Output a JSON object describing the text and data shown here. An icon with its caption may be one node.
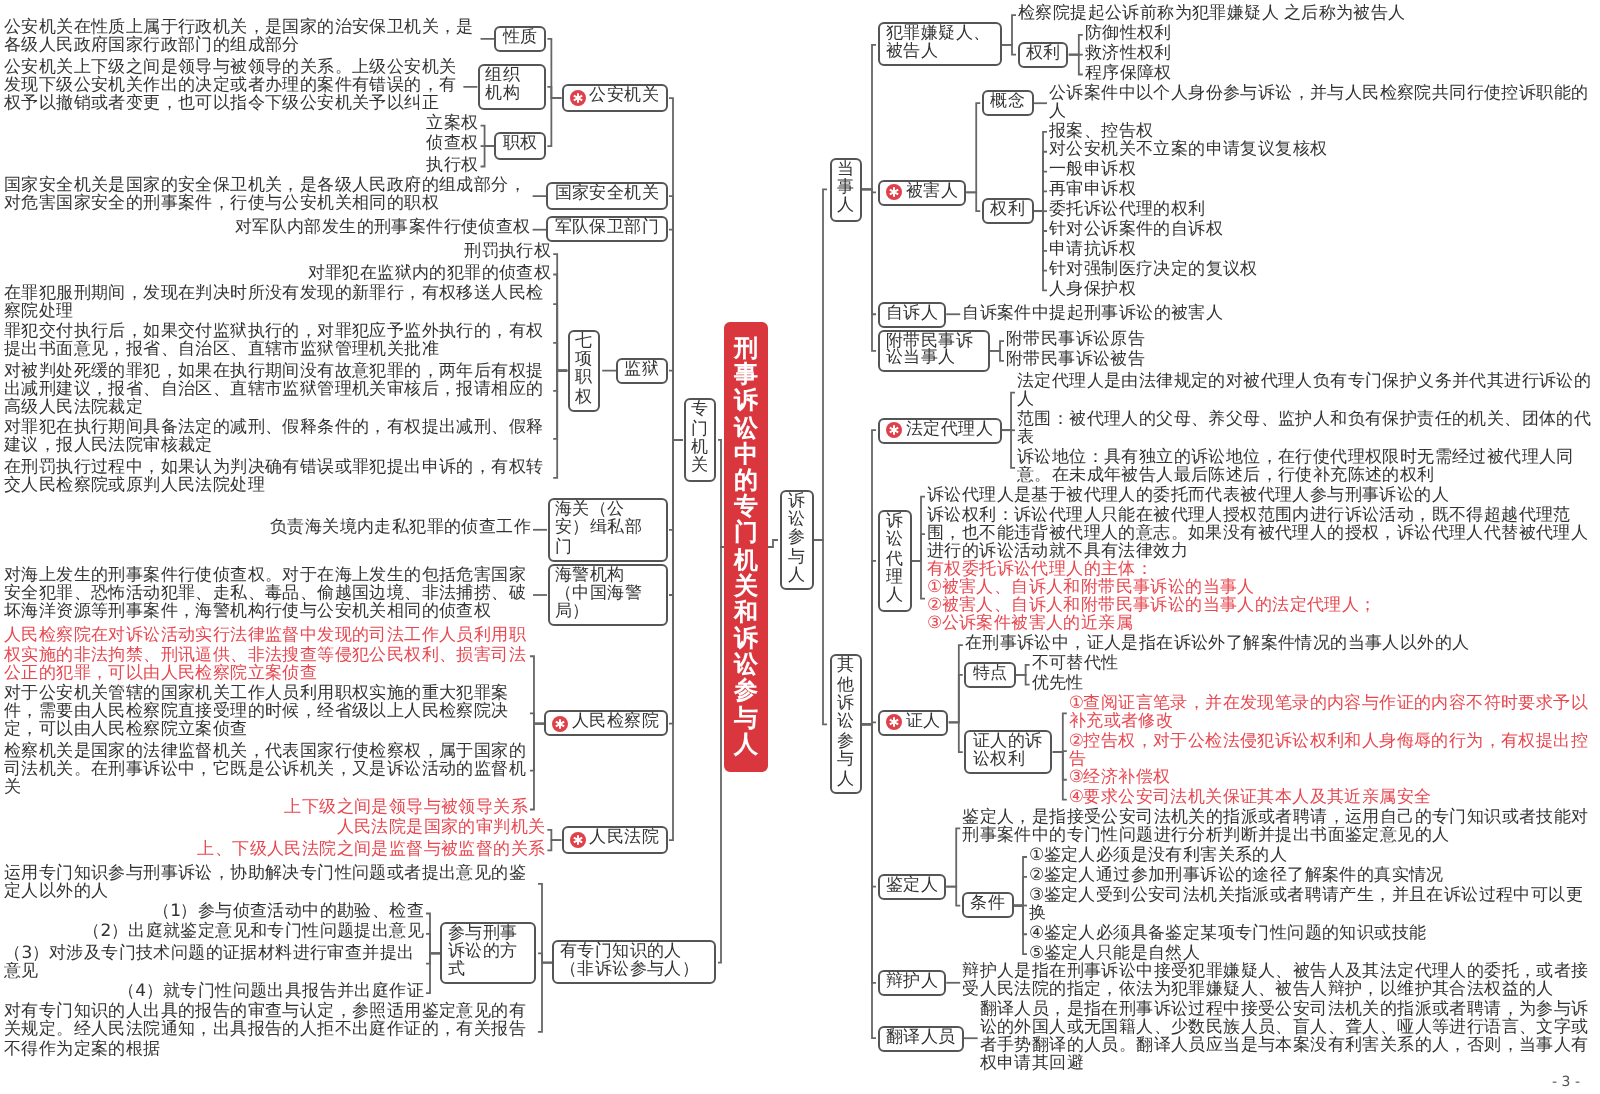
{
  "diagram": {
    "nodes": [
      {
        "text": [
          "刑事诉讼中的专门机关和诉讼参与人"
        ]
      },
      {
        "text": [
          "专门机关"
        ]
      },
      {
        "text": [
          "公安机关"
        ]
      },
      {
        "text": [
          "性质"
        ]
      },
      {
        "text": [
          "公安机关在性质上属于行政机关，是国家的治安保卫机关，是各级人民政府国家行政部门的组成部分"
        ]
      },
      {
        "text": [
          "组织机构"
        ]
      },
      {
        "text": [
          "公安机关上下级之间是领导与被领导的关系。上级公安机关发现下级公安机关作出的决定或者办理的案件有错误的，有权予以撤销或者变更，也可以指令下级公安机关予以纠正"
        ]
      },
      {
        "text": [
          "职权"
        ]
      },
      {
        "text": [
          "立案权"
        ]
      },
      {
        "text": [
          "侦查权"
        ]
      },
      {
        "text": [
          "执行权"
        ]
      },
      {
        "text": [
          "国家安全机关"
        ]
      },
      {
        "text": [
          "国家安全机关是国家的安全保卫机关，是各级人民政府的组成部分，对危害国家安全的刑事案件，行使与公安机关相同的职权"
        ]
      },
      {
        "text": [
          "军队保卫部门"
        ]
      },
      {
        "text": [
          "对军队内部发生的刑事案件行使侦查权"
        ]
      },
      {
        "text": [
          "监狱"
        ]
      },
      {
        "text": [
          "七项职权"
        ]
      },
      {
        "text": [
          "刑罚执行权"
        ]
      },
      {
        "text": [
          "对罪犯在监狱内的犯罪的侦查权"
        ]
      },
      {
        "text": [
          "在罪犯服刑期间，发现在判决时所没有发现的新罪行，有权移送人民检察院处理"
        ]
      },
      {
        "text": [
          "罪犯交付执行后，如果交付监狱执行的，对罪犯应予监外执行的，有权提出书面意见，报省、自治区、直辖市监狱管理机关批准"
        ]
      },
      {
        "text": [
          "对被判处死缓的罪犯，如果在执行期间没有故意犯罪的，两年后有权提出减刑建议，报省、自治区、直辖市监狱管理机关审核后，报请相应的高级人民法院裁定"
        ]
      },
      {
        "text": [
          "对罪犯在执行期间具备法定的减刑、假释条件的，有权提出减刑、假释建议，报人民法院审核裁定"
        ]
      },
      {
        "text": [
          "在刑罚执行过程中，如果认为判决确有错误或罪犯提出申诉的，有权转交人民检察院或原判人民法院处理"
        ]
      },
      {
        "text": [
          "海关（公安）缉私部门"
        ]
      },
      {
        "text": [
          "负责海关境内走私犯罪的侦查工作"
        ]
      },
      {
        "text": [
          "海警机构（中国海警局）"
        ]
      },
      {
        "text": [
          "对海上发生的刑事案件行使侦查权。对于在海上发生的包括危害国家安全犯罪、恐怖活动犯罪、走私、毒品、偷越国边境、非法捕捞、破坏海洋资源等刑事案件，海警机构行使与公安机关相同的侦查权"
        ]
      },
      {
        "text": [
          "人民检察院"
        ]
      },
      {
        "text": [
          "人民检察院在对诉讼活动实行法律监督中发现的司法工作人员利用职权实施的非法拘禁、刑讯逼供、非法搜查等侵犯公民权利、损害司法公正的犯罪，可以由人民检察院立案侦查"
        ]
      },
      {
        "text": [
          "对于公安机关管辖的国家机关工作人员利用职权实施的重大犯罪案件，需要由人民检察院直接受理的时候，经省级以上人民检察院决定，可以由人民检察院立案侦查"
        ]
      },
      {
        "text": [
          "检察机关是国家的法律监督机关，代表国家行使检察权，属于国家的司法机关。在刑事诉讼中，它既是公诉机关，又是诉讼活动的监督机关"
        ]
      },
      {
        "text": [
          "上下级之间是领导与被领导关系"
        ]
      },
      {
        "text": [
          "人民法院"
        ]
      },
      {
        "text": [
          "人民法院是国家的审判机关"
        ]
      },
      {
        "text": [
          "上、下级人民法院之间是监督与被监督的关系"
        ]
      },
      {
        "text": [
          "有专门知识的人（非诉讼参与人）"
        ]
      },
      {
        "text": [
          "运用专门知识参与刑事诉讼，协助解决专门性问题或者提出意见的鉴定人以外的人"
        ]
      },
      {
        "text": [
          "参与刑事诉讼的方式"
        ]
      },
      {
        "text": [
          "（1）参与侦查活动中的勘验、检查"
        ]
      },
      {
        "text": [
          "（2）出庭就鉴定意见和专门性问题提出意见"
        ]
      },
      {
        "text": [
          "（3）对涉及专门技术问题的证据材料进行审查并提出意见"
        ]
      },
      {
        "text": [
          "（4）就专门性问题出具报告并出庭作证"
        ]
      },
      {
        "text": [
          "对有专门知识的人出具的报告的审查与认定，参照适用鉴定意见的有关规定。经人民法院通知，出具报告的人拒不出庭作证的，有关报告不得作为定案的根据"
        ]
      },
      {
        "text": [
          "诉讼参与人"
        ]
      },
      {
        "text": [
          "当事人"
        ]
      },
      {
        "text": [
          "犯罪嫌疑人、被告人"
        ]
      },
      {
        "text": [
          "检察院提起公诉前称为犯罪嫌疑人 之后称为被告人"
        ]
      },
      {
        "text": [
          "权利"
        ]
      },
      {
        "text": [
          "防御性权利"
        ]
      },
      {
        "text": [
          "救济性权利"
        ]
      },
      {
        "text": [
          "程序保障权"
        ]
      },
      {
        "text": [
          "被害人"
        ]
      },
      {
        "text": [
          "概念"
        ]
      },
      {
        "text": [
          "公诉案件中以个人身份参与诉讼，并与人民检察院共同行使控诉职能的人"
        ]
      },
      {
        "text": [
          "权利"
        ]
      },
      {
        "text": [
          "报案、控告权"
        ]
      },
      {
        "text": [
          "对公安机关不立案的申请复议复核权"
        ]
      },
      {
        "text": [
          "一般申诉权"
        ]
      },
      {
        "text": [
          "再审申诉权"
        ]
      },
      {
        "text": [
          "委托诉讼代理的权利"
        ]
      },
      {
        "text": [
          "针对公诉案件的自诉权"
        ]
      },
      {
        "text": [
          "申请抗诉权"
        ]
      },
      {
        "text": [
          "针对强制医疗决定的复议权"
        ]
      },
      {
        "text": [
          "人身保护权"
        ]
      },
      {
        "text": [
          "自诉人"
        ]
      },
      {
        "text": [
          "自诉案件中提起刑事诉讼的被害人"
        ]
      },
      {
        "text": [
          "附带民事诉讼当事人"
        ]
      },
      {
        "text": [
          "附带民事诉讼原告"
        ]
      },
      {
        "text": [
          "附带民事诉讼被告"
        ]
      },
      {
        "text": [
          "其他诉讼参与人"
        ]
      },
      {
        "text": [
          "法定代理人"
        ]
      },
      {
        "text": [
          "法定代理人是由法律规定的对被代理人负有专门保护义务并代其进行诉讼的人"
        ]
      },
      {
        "text": [
          "范围：被代理人的父母、养父母、监护人和负有保护责任的机关、团体的代表"
        ]
      },
      {
        "text": [
          "诉讼地位：具有独立的诉讼地位，在行使代理权限时无需经过被代理人同意。在未成年被告人最后陈述后，行使补充陈述的权利"
        ]
      },
      {
        "text": [
          "诉讼代理人"
        ]
      },
      {
        "text": [
          "诉讼代理人是基于被代理人的委托而代表被代理人参与刑事诉讼的人"
        ]
      },
      {
        "text": [
          "诉讼权利：诉讼代理人只能在被代理人授权范围内进行诉讼活动，既不得超越代理范围，也不能违背被代理人的意志。如果没有被代理人的授权，诉讼代理人代替被代理人进行的诉讼活动就不具有法律效力"
        ]
      },
      {
        "text": [
          "有权委托诉讼代理人的主体：",
          "①被害人、自诉人和附带民事诉讼的当事人",
          "②被害人、自诉人和附带民事诉讼的当事人的法定代理人；",
          "③公诉案件被害人的近亲属"
        ]
      },
      {
        "text": [
          "证人"
        ]
      },
      {
        "text": [
          "在刑事诉讼中，证人是指在诉讼外了解案件情况的当事人以外的人"
        ]
      },
      {
        "text": [
          "特点"
        ]
      },
      {
        "text": [
          "不可替代性"
        ]
      },
      {
        "text": [
          "优先性"
        ]
      },
      {
        "text": [
          "证人的诉讼权利"
        ]
      },
      {
        "text": [
          "①查阅证言笔录，并在发现笔录的内容与作证的内容不符时要求予以补充或者修改"
        ]
      },
      {
        "text": [
          "②控告权，对于公检法侵犯诉讼权利和人身侮辱的行为，有权提出控告"
        ]
      },
      {
        "text": [
          "③经济补偿权"
        ]
      },
      {
        "text": [
          "④要求公安司法机关保证其本人及其近亲属安全"
        ]
      },
      {
        "text": [
          "鉴定人"
        ]
      },
      {
        "text": [
          "鉴定人，是指接受公安司法机关的指派或者聘请，运用自己的专门知识或者技能对刑事案件中的专门性问题进行分析判断并提出书面鉴定意见的人"
        ]
      },
      {
        "text": [
          "条件"
        ]
      },
      {
        "text": [
          "①鉴定人必须是没有利害关系的人"
        ]
      },
      {
        "text": [
          "②鉴定人通过参加刑事诉讼的途径了解案件的真实情况"
        ]
      },
      {
        "text": [
          "③鉴定人受到公安司法机关指派或者聘请产生，并且在诉讼过程中可以更换"
        ]
      },
      {
        "text": [
          "④鉴定人必须具备鉴定某项专门性问题的知识或技能"
        ]
      },
      {
        "text": [
          "⑤鉴定人只能是自然人"
        ]
      },
      {
        "text": [
          "辩护人"
        ]
      },
      {
        "text": [
          "辩护人是指在刑事诉讼中接受犯罪嫌疑人、被告人及其法定代理人的委托，或者接受人民法院的指定，依法为犯罪嫌疑人、被告人辩护，以维护其合法权益的人"
        ]
      },
      {
        "text": [
          "翻译人员"
        ]
      },
      {
        "text": [
          "翻译人员，是指在刑事诉讼过程中接受公安司法机关的指派或者聘请，为参与诉讼的外国人或无国籍人、少数民族人员、盲人、聋人、哑人等进行语言、文字或者手势翻译的人员。翻译人员应当是与本案没有利害关系的人，否则，当事人有权申请其回避"
        ]
      }
    ],
    "edges": [
      {
        "from": 0,
        "to": 1,
        "arrow": "none"
      },
      {
        "from": 1,
        "to": 2,
        "arrow": "none"
      },
      {
        "from": 2,
        "to": 3,
        "arrow": "none"
      },
      {
        "from": 3,
        "to": 4,
        "arrow": "none"
      },
      {
        "from": 2,
        "to": 5,
        "arrow": "none"
      },
      {
        "from": 5,
        "to": 6,
        "arrow": "none"
      },
      {
        "from": 2,
        "to": 7,
        "arrow": "none"
      },
      {
        "from": 7,
        "to": 8,
        "arrow": "none"
      },
      {
        "from": 7,
        "to": 9,
        "arrow": "none"
      },
      {
        "from": 7,
        "to": 10,
        "arrow": "none"
      },
      {
        "from": 1,
        "to": 11,
        "arrow": "none"
      },
      {
        "from": 11,
        "to": 12,
        "arrow": "none"
      },
      {
        "from": 1,
        "to": 13,
        "arrow": "none"
      },
      {
        "from": 13,
        "to": 14,
        "arrow": "none"
      },
      {
        "from": 1,
        "to": 15,
        "arrow": "none"
      },
      {
        "from": 15,
        "to": 16,
        "arrow": "none"
      },
      {
        "from": 16,
        "to": 17,
        "arrow": "none"
      },
      {
        "from": 16,
        "to": 18,
        "arrow": "none"
      },
      {
        "from": 16,
        "to": 19,
        "arrow": "none"
      },
      {
        "from": 16,
        "to": 20,
        "arrow": "none"
      },
      {
        "from": 16,
        "to": 21,
        "arrow": "none"
      },
      {
        "from": 16,
        "to": 22,
        "arrow": "none"
      },
      {
        "from": 16,
        "to": 23,
        "arrow": "none"
      },
      {
        "from": 1,
        "to": 24,
        "arrow": "none"
      },
      {
        "from": 24,
        "to": 25,
        "arrow": "none"
      },
      {
        "from": 1,
        "to": 26,
        "arrow": "none"
      },
      {
        "from": 26,
        "to": 27,
        "arrow": "none"
      },
      {
        "from": 1,
        "to": 28,
        "arrow": "none"
      },
      {
        "from": 28,
        "to": 29,
        "arrow": "none"
      },
      {
        "from": 28,
        "to": 30,
        "arrow": "none"
      },
      {
        "from": 28,
        "to": 31,
        "arrow": "none"
      },
      {
        "from": 28,
        "to": 32,
        "arrow": "none"
      },
      {
        "from": 1,
        "to": 33,
        "arrow": "none"
      },
      {
        "from": 33,
        "to": 34,
        "arrow": "none"
      },
      {
        "from": 33,
        "to": 35,
        "arrow": "none"
      },
      {
        "from": 0,
        "to": 36,
        "arrow": "none"
      },
      {
        "from": 36,
        "to": 37,
        "arrow": "none"
      },
      {
        "from": 36,
        "to": 38,
        "arrow": "none"
      },
      {
        "from": 38,
        "to": 39,
        "arrow": "none"
      },
      {
        "from": 38,
        "to": 40,
        "arrow": "none"
      },
      {
        "from": 38,
        "to": 41,
        "arrow": "none"
      },
      {
        "from": 38,
        "to": 42,
        "arrow": "none"
      },
      {
        "from": 36,
        "to": 43,
        "arrow": "none"
      },
      {
        "from": 0,
        "to": 44,
        "arrow": "none"
      },
      {
        "from": 44,
        "to": 45,
        "arrow": "none"
      },
      {
        "from": 45,
        "to": 46,
        "arrow": "none"
      },
      {
        "from": 46,
        "to": 47,
        "arrow": "none"
      },
      {
        "from": 46,
        "to": 48,
        "arrow": "none"
      },
      {
        "from": 48,
        "to": 49,
        "arrow": "none"
      },
      {
        "from": 48,
        "to": 50,
        "arrow": "none"
      },
      {
        "from": 48,
        "to": 51,
        "arrow": "none"
      },
      {
        "from": 45,
        "to": 52,
        "arrow": "none"
      },
      {
        "from": 52,
        "to": 53,
        "arrow": "none"
      },
      {
        "from": 53,
        "to": 54,
        "arrow": "none"
      },
      {
        "from": 52,
        "to": 55,
        "arrow": "none"
      },
      {
        "from": 55,
        "to": 56,
        "arrow": "none"
      },
      {
        "from": 55,
        "to": 57,
        "arrow": "none"
      },
      {
        "from": 55,
        "to": 58,
        "arrow": "none"
      },
      {
        "from": 55,
        "to": 59,
        "arrow": "none"
      },
      {
        "from": 55,
        "to": 60,
        "arrow": "none"
      },
      {
        "from": 55,
        "to": 61,
        "arrow": "none"
      },
      {
        "from": 55,
        "to": 62,
        "arrow": "none"
      },
      {
        "from": 55,
        "to": 63,
        "arrow": "none"
      },
      {
        "from": 55,
        "to": 64,
        "arrow": "none"
      },
      {
        "from": 45,
        "to": 65,
        "arrow": "none"
      },
      {
        "from": 65,
        "to": 66,
        "arrow": "none"
      },
      {
        "from": 45,
        "to": 67,
        "arrow": "none"
      },
      {
        "from": 67,
        "to": 68,
        "arrow": "none"
      },
      {
        "from": 67,
        "to": 69,
        "arrow": "none"
      },
      {
        "from": 44,
        "to": 70,
        "arrow": "none"
      },
      {
        "from": 70,
        "to": 71,
        "arrow": "none"
      },
      {
        "from": 71,
        "to": 72,
        "arrow": "none"
      },
      {
        "from": 71,
        "to": 73,
        "arrow": "none"
      },
      {
        "from": 71,
        "to": 74,
        "arrow": "none"
      },
      {
        "from": 70,
        "to": 75,
        "arrow": "none"
      },
      {
        "from": 75,
        "to": 76,
        "arrow": "none"
      },
      {
        "from": 75,
        "to": 77,
        "arrow": "none"
      },
      {
        "from": 75,
        "to": 78,
        "arrow": "none"
      },
      {
        "from": 70,
        "to": 79,
        "arrow": "none"
      },
      {
        "from": 79,
        "to": 80,
        "arrow": "none"
      },
      {
        "from": 79,
        "to": 81,
        "arrow": "none"
      },
      {
        "from": 81,
        "to": 82,
        "arrow": "none"
      },
      {
        "from": 81,
        "to": 83,
        "arrow": "none"
      },
      {
        "from": 79,
        "to": 84,
        "arrow": "none"
      },
      {
        "from": 84,
        "to": 85,
        "arrow": "none"
      },
      {
        "from": 84,
        "to": 86,
        "arrow": "none"
      },
      {
        "from": 84,
        "to": 87,
        "arrow": "none"
      },
      {
        "from": 84,
        "to": 88,
        "arrow": "none"
      },
      {
        "from": 70,
        "to": 89,
        "arrow": "none"
      },
      {
        "from": 89,
        "to": 90,
        "arrow": "none"
      },
      {
        "from": 89,
        "to": 91,
        "arrow": "none"
      },
      {
        "from": 91,
        "to": 92,
        "arrow": "none"
      },
      {
        "from": 91,
        "to": 93,
        "arrow": "none"
      },
      {
        "from": 91,
        "to": 94,
        "arrow": "none"
      },
      {
        "from": 91,
        "to": 95,
        "arrow": "none"
      },
      {
        "from": 91,
        "to": 96,
        "arrow": "none"
      },
      {
        "from": 70,
        "to": 97,
        "arrow": "none"
      },
      {
        "from": 97,
        "to": 98,
        "arrow": "none"
      },
      {
        "from": 70,
        "to": 99,
        "arrow": "none"
      },
      {
        "from": 99,
        "to": 100,
        "arrow": "none"
      }
    ],
    "labels": [
      "- 3 -"
    ]
  }
}
